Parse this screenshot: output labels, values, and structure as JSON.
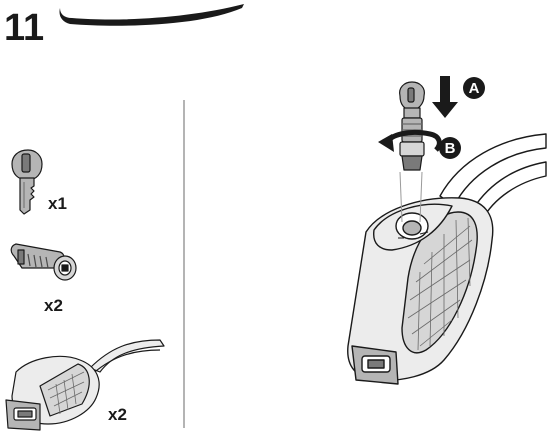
{
  "step": {
    "number": "11"
  },
  "parts": [
    {
      "name": "key",
      "quantity": "x1"
    },
    {
      "name": "lock-cylinder",
      "quantity": "x2"
    },
    {
      "name": "foot-cover",
      "quantity": "x2"
    }
  ],
  "callouts": {
    "a": "A",
    "b": "B"
  },
  "colors": {
    "ink": "#1a1a1a",
    "metal": "#b5b5b5",
    "body": "#ececec"
  },
  "icons": [
    "key-icon",
    "lock-cylinder-icon",
    "foot-cover-icon",
    "arrow-down-icon",
    "rotate-arrow-icon"
  ]
}
